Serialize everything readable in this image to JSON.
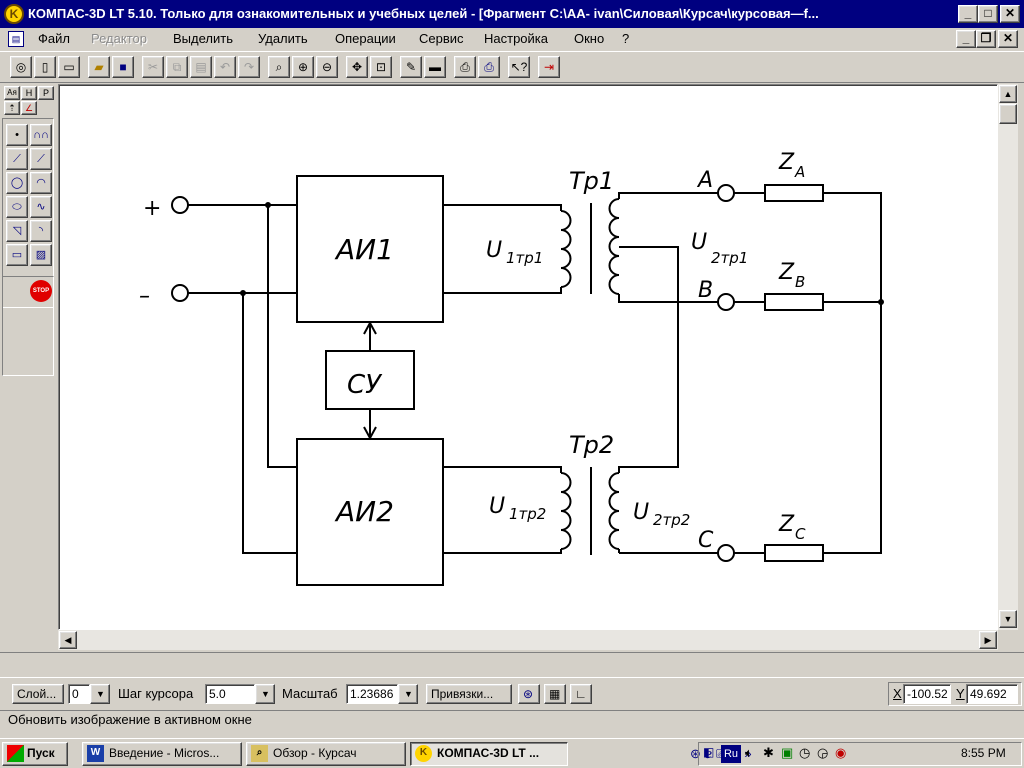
{
  "window": {
    "title": "КОМПАС-3D LT 5.10. Только для ознакомительных и учебных целей - [Фрагмент C:\\AA- ivan\\Силовая\\Курсач\\курсовая—f...",
    "logo": "kompas-logo-icon",
    "controls": [
      "minimize",
      "maximize",
      "close"
    ]
  },
  "menu": {
    "items": [
      {
        "label": "Файл",
        "enabled": true
      },
      {
        "label": "Редактор",
        "enabled": false
      },
      {
        "label": "Выделить",
        "enabled": true
      },
      {
        "label": "Удалить",
        "enabled": true
      },
      {
        "label": "Операции",
        "enabled": true
      },
      {
        "label": "Сервис",
        "enabled": true
      },
      {
        "label": "Настройка",
        "enabled": true
      },
      {
        "label": "Окно",
        "enabled": true
      },
      {
        "label": "?",
        "enabled": true
      }
    ],
    "doc_controls": [
      "minimize",
      "restore",
      "close"
    ]
  },
  "toolbar": {
    "items": [
      "properties-icon",
      "new-document-icon",
      "new-fragment-icon",
      "open-icon",
      "save-icon",
      "cut-icon",
      "copy-icon",
      "paste-icon",
      "undo-icon",
      "redo-icon",
      "zoom-window-icon",
      "zoom-in-icon",
      "zoom-out-icon",
      "pan-icon",
      "fit-all-icon",
      "draw-icon",
      "regenerate-icon",
      "print-preview-icon",
      "print-icon",
      "help-pointer-icon",
      "exit-icon"
    ]
  },
  "left_tools": {
    "tabs": [
      "Ая",
      "H",
      "P"
    ],
    "stop_label": "STOP"
  },
  "drawing": {
    "plus": "+",
    "minus": "–",
    "ai1": "АИ1",
    "ai2": "АИ2",
    "su": "СУ",
    "tr1": "Тр1",
    "tr2": "Тр2",
    "u1tr1": {
      "main": "U",
      "sub": "1тр1"
    },
    "u2tr1": {
      "main": "U",
      "sub": "2тр1"
    },
    "u1tr2": {
      "main": "U",
      "sub": "1тр2"
    },
    "u2tr2": {
      "main": "U",
      "sub": "2тр2"
    },
    "phase_a": "A",
    "phase_b": "B",
    "phase_c": "C",
    "za": {
      "main": "Z",
      "sub": "A"
    },
    "zb": {
      "main": "Z",
      "sub": "B"
    },
    "zc": {
      "main": "Z",
      "sub": "C"
    }
  },
  "status": {
    "layer_label": "Слой...",
    "layer_value": "0",
    "step_label": "Шаг курсора",
    "step_value": "5.0",
    "scale_label": "Масштаб",
    "scale_value": "1.23686",
    "snap_label": "Привязки...",
    "x_label": "X",
    "x_value": "-100.52",
    "y_label": "Y",
    "y_value": "49.692",
    "hint": "Обновить изображение в активном окне"
  },
  "taskbar": {
    "start": "Пуск",
    "tasks": [
      {
        "label": "Введение - Micros...",
        "icon": "word-icon"
      },
      {
        "label": "Обзор - Курсач",
        "icon": "explorer-icon"
      },
      {
        "label": "КОМПАС-3D LT ...",
        "icon": "kompas-icon"
      }
    ],
    "lang": "Ru",
    "time": "8:55 PM"
  }
}
